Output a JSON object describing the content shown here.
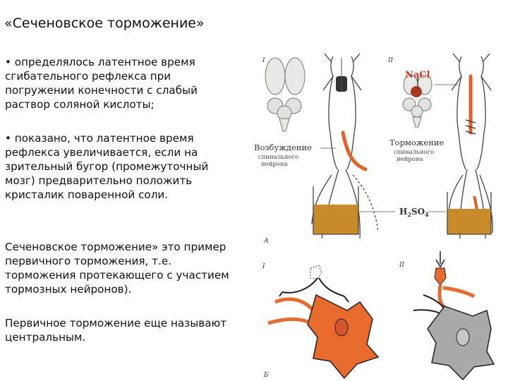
{
  "slide": {
    "title": "«Сеченовское торможение»",
    "text_blocks": [
      "• определялось латентное время\nсгибательного рефлекса при\nпогружении конечности с слабый\nраствор соляной кислоты;",
      "• показано, что латентное время\nрефлекса увеличивается, если на\nзрительный бугор (промежуточный\nмозг) предварительно положить\nкристалик поваренной соли.",
      "Сеченовское торможение» это пример\nпервичного торможения, т.е.\nторможения протекающего с участием\nтормозных нейронов).",
      "Первичное торможение еще называют\nцентральным."
    ]
  },
  "figure": {
    "label_I_top": "I",
    "label_II_top": "II",
    "label_A": "А",
    "label_B": "Б",
    "label_I_bottom": "I",
    "label_II_bottom": "II",
    "nacl": "NaCl",
    "excitation_line1": "Возбуждение",
    "excitation_line2": "спинального",
    "excitation_line3": "нейрона",
    "inhibition_line1": "Торможение",
    "inhibition_line2": "спинального",
    "inhibition_line3": "нейрона",
    "h2so4_main": "H",
    "h2so4_sub1": "2",
    "h2so4_mid": "SO",
    "h2so4_sub2": "4"
  },
  "colors": {
    "accent": "#e2622a",
    "solution": "#c98a2a",
    "neuron_orange": "#e86a2c",
    "neuron_gray": "#a9a9a9",
    "nacl_text": "#d23a1e"
  }
}
